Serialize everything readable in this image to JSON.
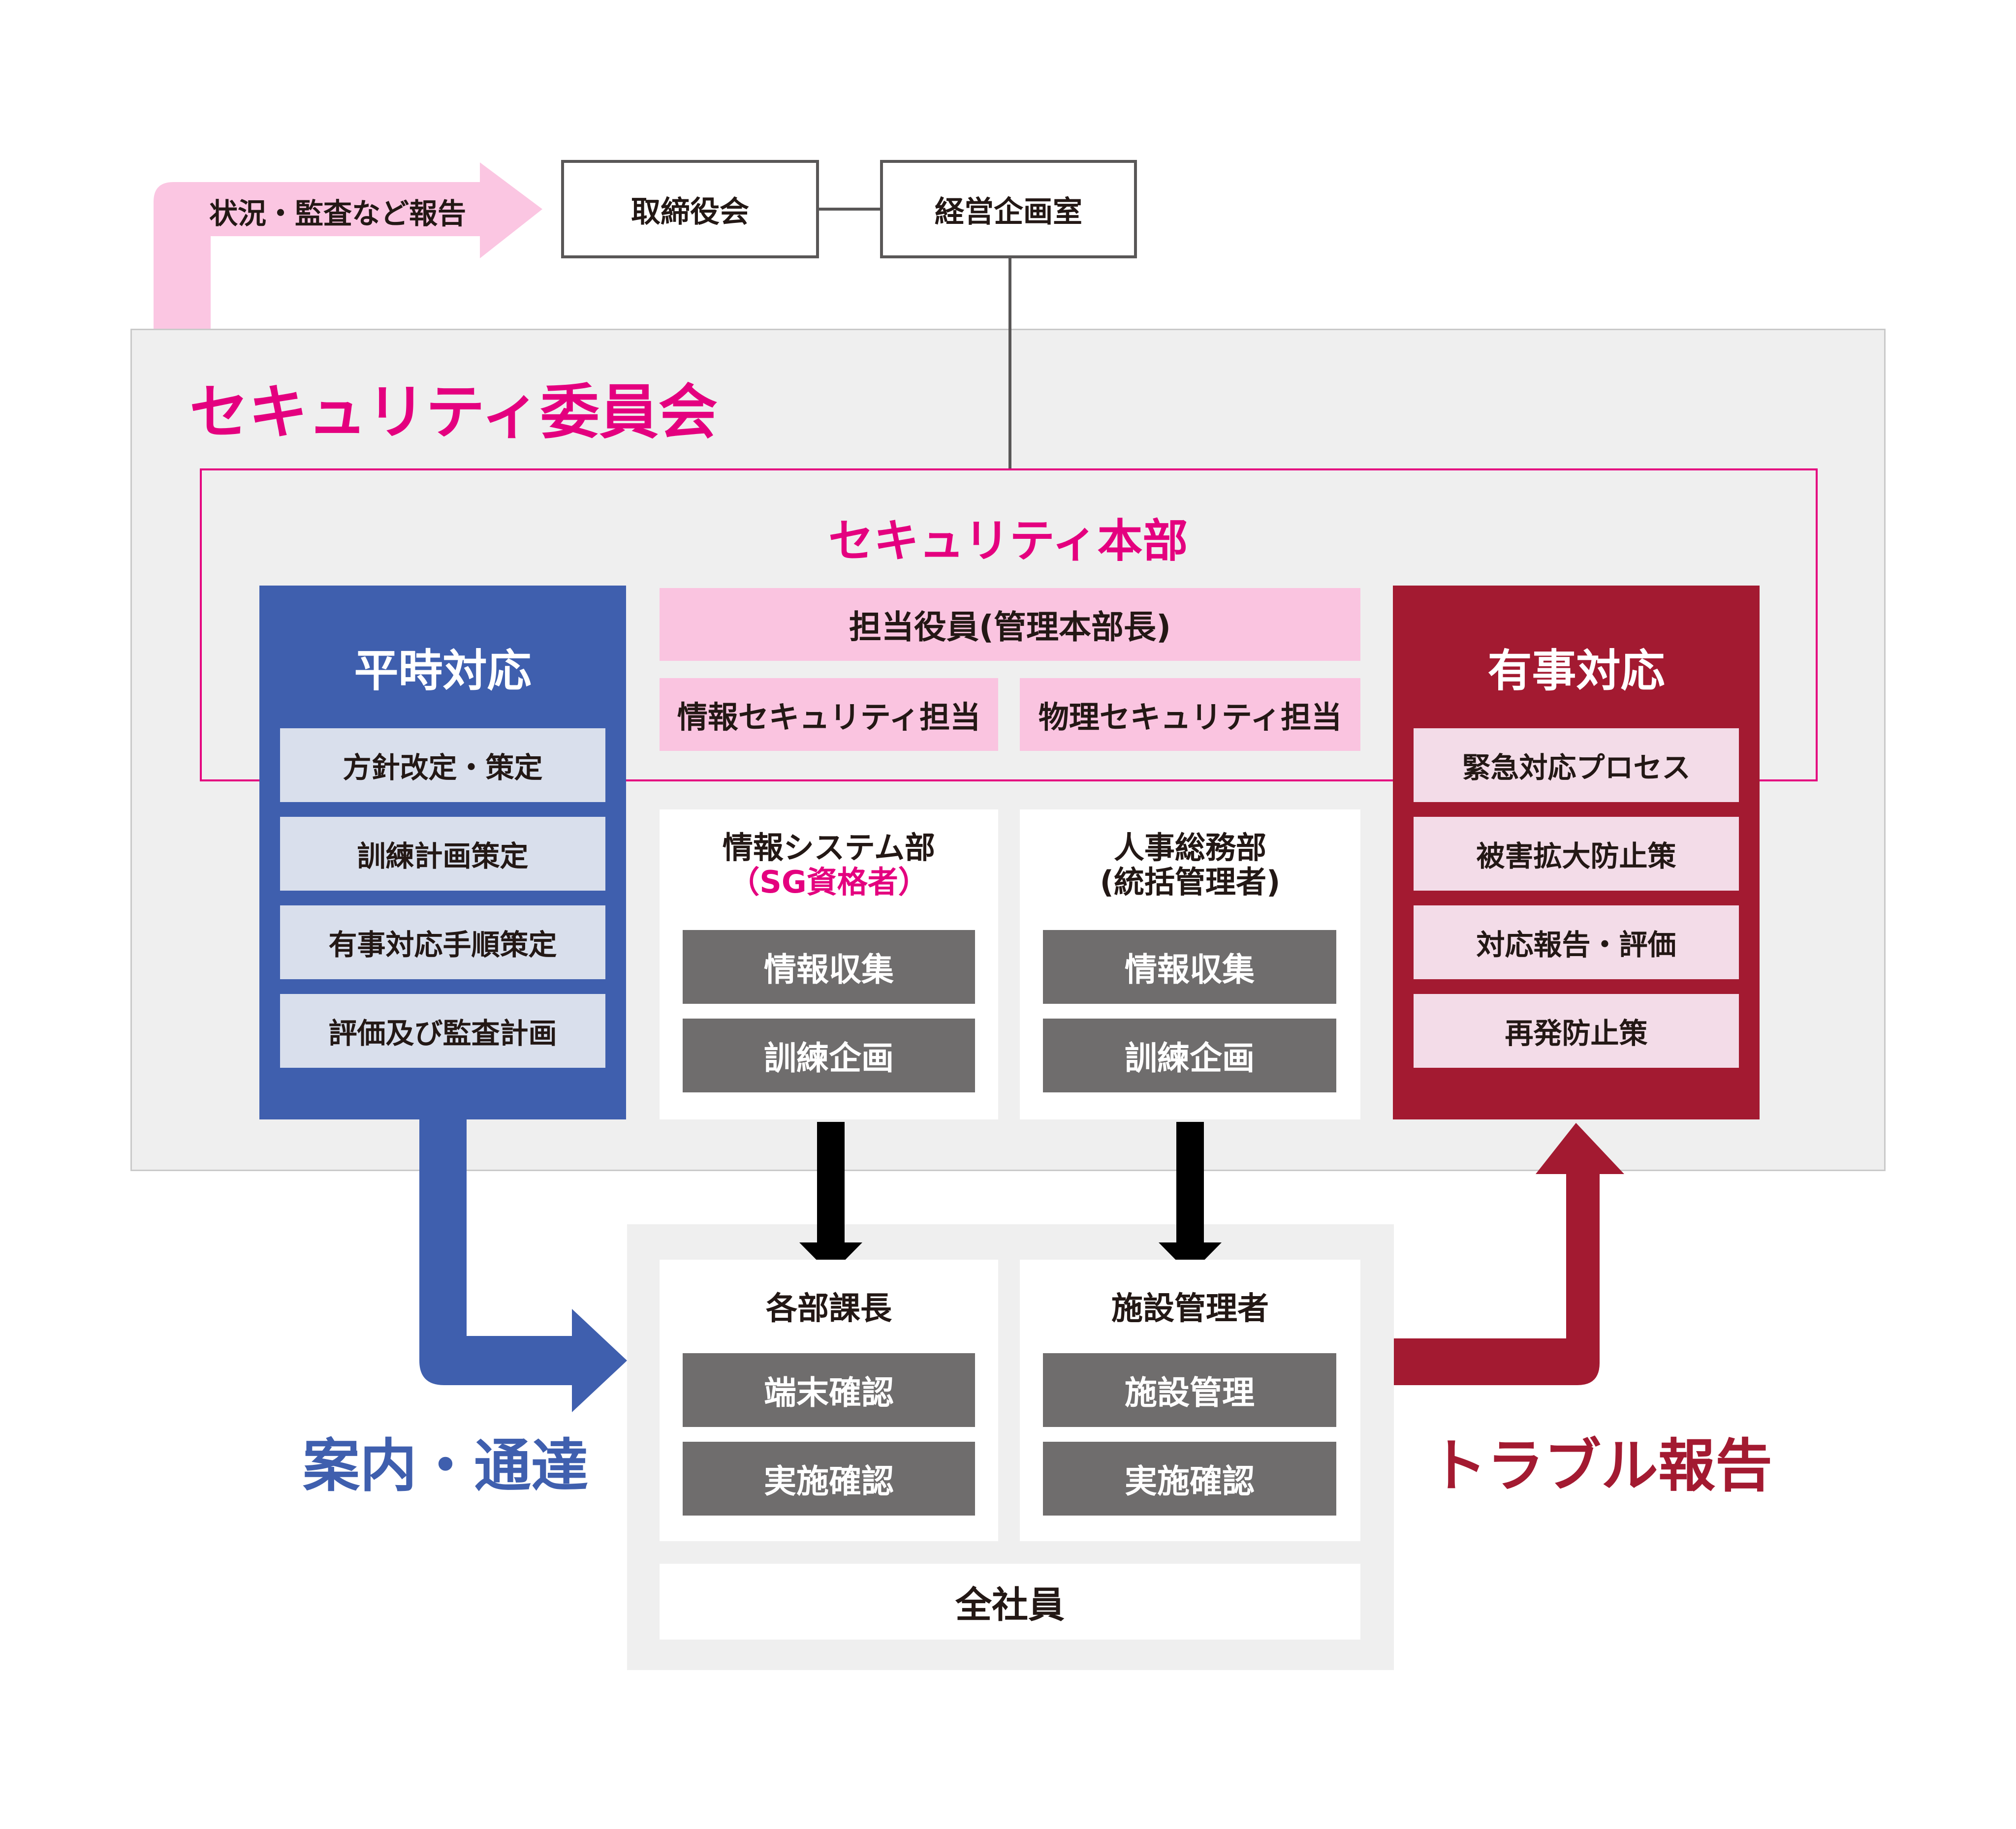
{
  "report_arrow": {
    "label": "状況・監査など報告"
  },
  "board": {
    "label": "取締役会"
  },
  "planning_office": {
    "label": "経営企画室"
  },
  "committee": {
    "title": "セキュリティ委員会"
  },
  "headquarters": {
    "title": "セキュリティ本部",
    "officer": "担当役員(管理本部長)",
    "info_security": "情報セキュリティ担当",
    "physical_security": "物理セキュリティ担当"
  },
  "peacetime": {
    "title": "平時対応",
    "items": [
      "方針改定・策定",
      "訓練計画策定",
      "有事対応手順策定",
      "評価及び監査計画"
    ]
  },
  "emergency": {
    "title": "有事対応",
    "items": [
      "緊急対応プロセス",
      "被害拡大防止策",
      "対応報告・評価",
      "再発防止策"
    ]
  },
  "info_systems": {
    "name": "情報システム部",
    "qualifier": "（SG資格者）",
    "items": [
      "情報収集",
      "訓練企画"
    ]
  },
  "hr_general": {
    "name": "人事総務部",
    "qualifier": "(統括管理者)",
    "items": [
      "情報収集",
      "訓練企画"
    ]
  },
  "section_chiefs": {
    "name": "各部課長",
    "items": [
      "端末確認",
      "実施確認"
    ]
  },
  "facility_managers": {
    "name": "施設管理者",
    "items": [
      "施設管理",
      "実施確認"
    ]
  },
  "all_employees": {
    "label": "全社員"
  },
  "captions": {
    "notice": "案内・通達",
    "trouble": "トラブル報告"
  },
  "colors": {
    "magenta": "#e4007f",
    "blue": "#3f5fae",
    "red": "#a31a31",
    "pink": "#fac4e0",
    "gray": "#6f6d6d"
  }
}
